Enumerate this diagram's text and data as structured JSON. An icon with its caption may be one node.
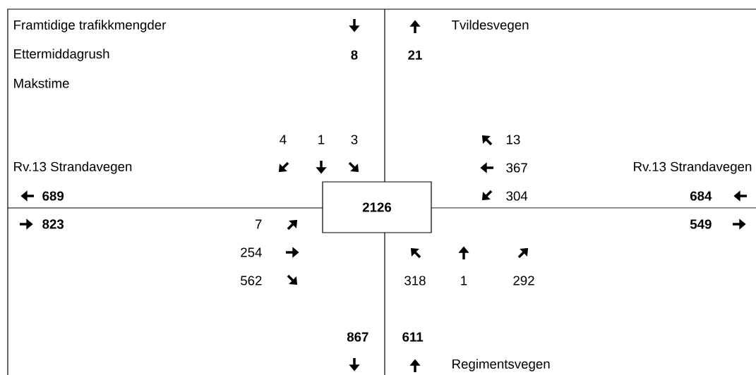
{
  "diagram": {
    "nodes": [
      {
        "text": [
          "2126"
        ]
      }
    ],
    "labels": [
      "Framtidige trafikkmengder",
      "Ettermiddagrush",
      "Makstime",
      "Tvildesvegen",
      "8",
      "21",
      "4",
      "1",
      "3",
      "13",
      "Rv.13 Strandavegen",
      "367",
      "Rv.13 Strandavegen",
      "689",
      "304",
      "684",
      "823",
      "7",
      "549",
      "254",
      "562",
      "318",
      "1",
      "292",
      "867",
      "611",
      "Regimentsvegen"
    ]
  }
}
